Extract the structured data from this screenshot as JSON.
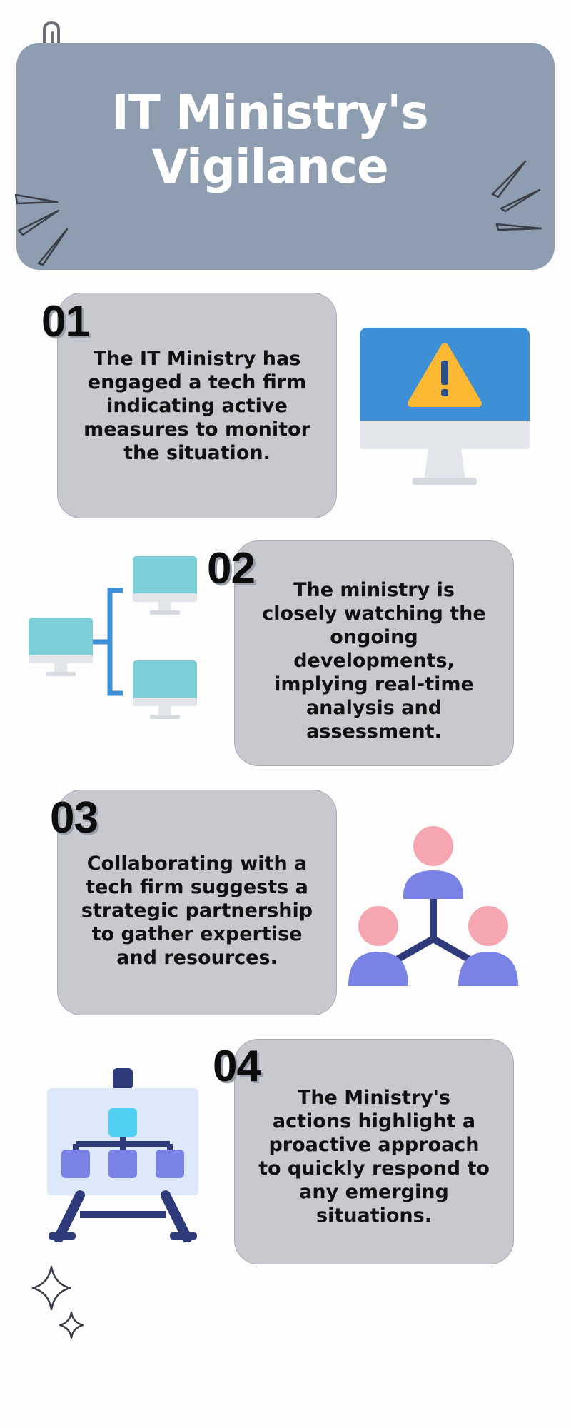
{
  "header": {
    "title_line1": "IT Ministry's",
    "title_line2": "Vigilance"
  },
  "steps": [
    {
      "number": "01",
      "text": "The IT Ministry has engaged a tech firm indicating active measures to monitor the situation."
    },
    {
      "number": "02",
      "text": "The ministry is closely watching the ongoing developments, implying real-time analysis and assessment."
    },
    {
      "number": "03",
      "text": "Collaborating with a tech firm suggests a strategic partnership to gather expertise and resources."
    },
    {
      "number": "04",
      "text": "The Ministry's actions highlight a proactive approach to quickly respond to any emerging situations."
    }
  ],
  "icons": {
    "paperclip": "paperclip-icon",
    "step1": "monitor-warning-icon",
    "step2": "network-computers-icon",
    "step3": "team-network-icon",
    "step4": "org-chart-board-icon",
    "sparkle": "sparkle-icon"
  },
  "colors": {
    "header_bg": "#8f9db0",
    "card_bg": "#c8c9cf",
    "accent_blue": "#3d8fd6",
    "warning_yellow": "#fdb833",
    "people_purple": "#7b82e6",
    "people_pink": "#f6a6b0"
  }
}
